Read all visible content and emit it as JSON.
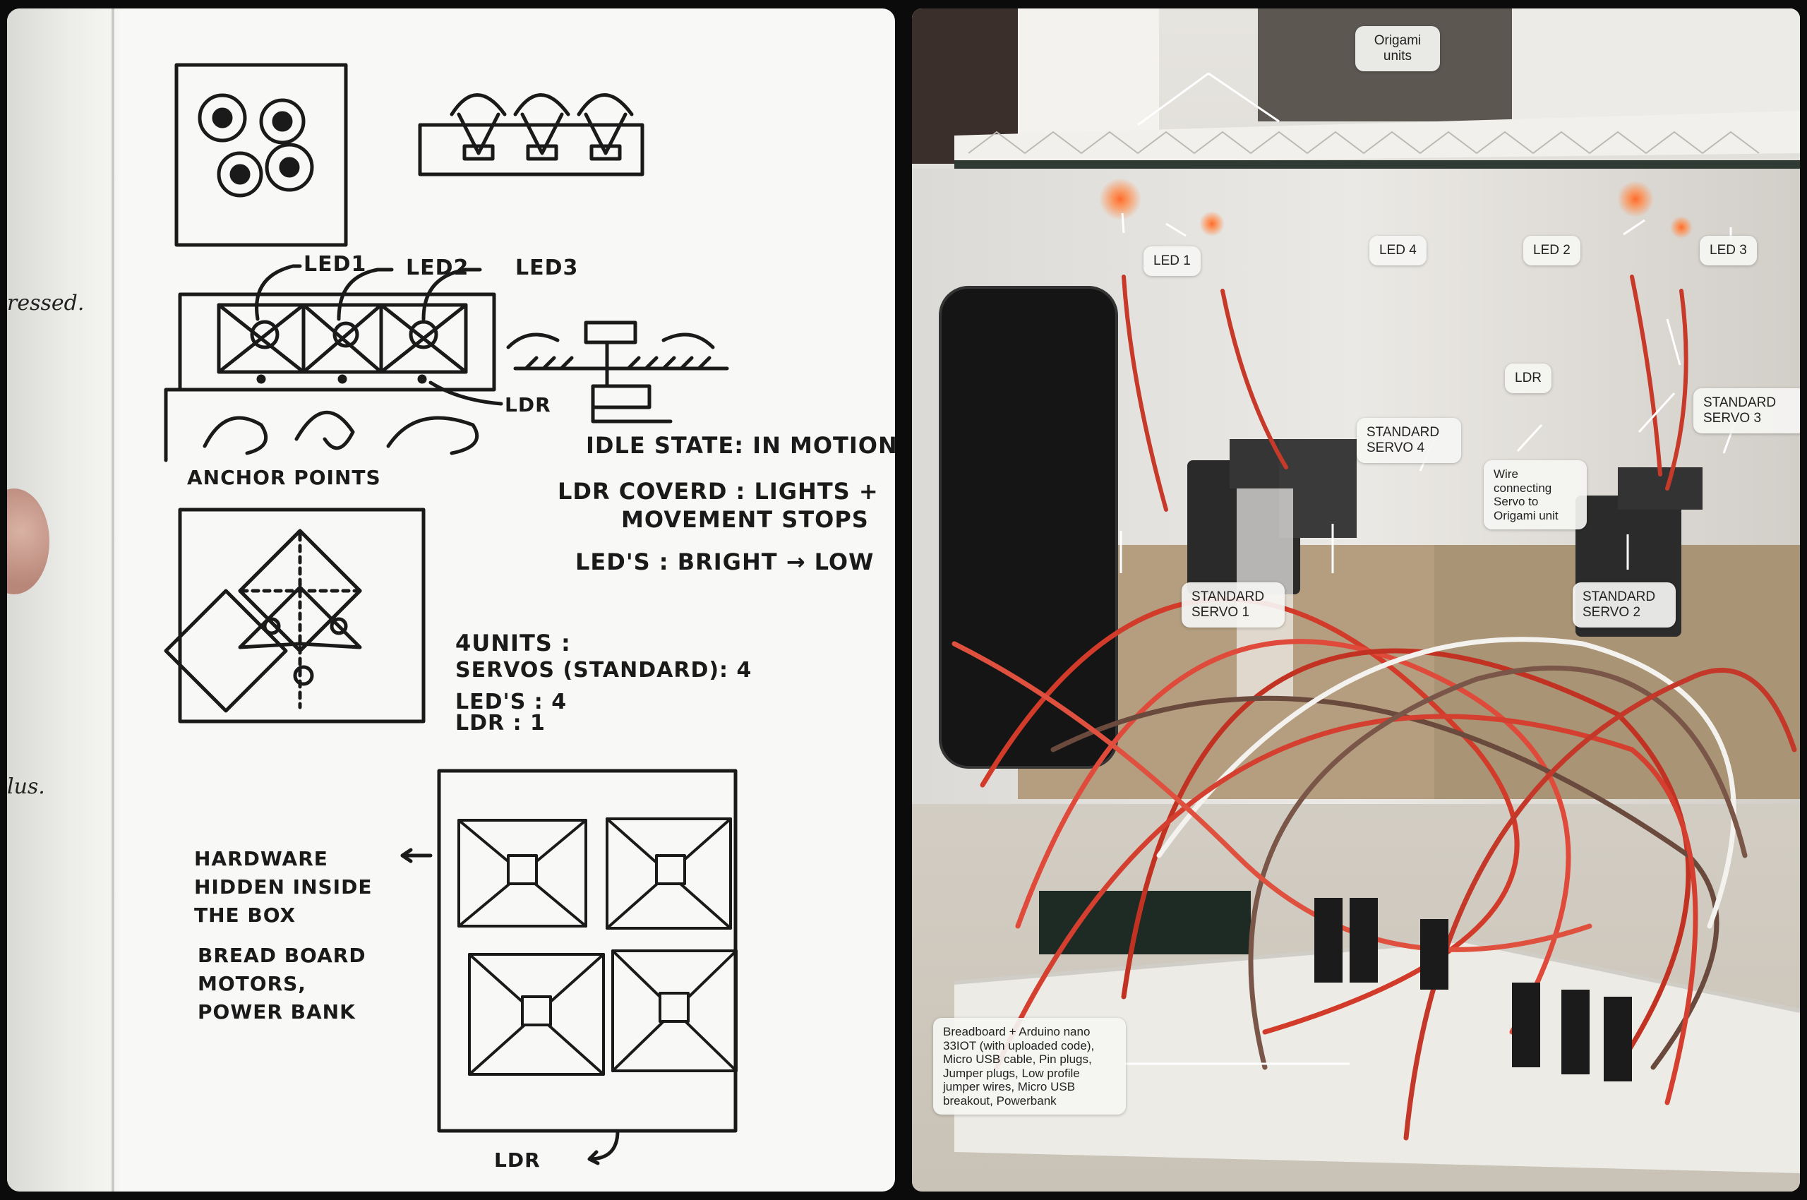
{
  "sketch": {
    "margin_notes": [
      "ressed.",
      "lus."
    ],
    "led_labels": [
      "LED1",
      "LED2",
      "LED3"
    ],
    "ldr_label": "LDR",
    "anchor_label": "ANCHOR POINTS",
    "notes": {
      "idle": "IDLE STATE: IN MOTION",
      "ldr_covered_1": "LDR COVERD : LIGHTS +",
      "ldr_covered_2": "MOVEMENT STOPS",
      "leds": "LED'S : BRIGHT → LOW"
    },
    "units": {
      "title": "4UNITS :",
      "servos": "SERVOS (STANDARD): 4",
      "leds": "LED'S : 4",
      "ldr": "LDR : 1"
    },
    "hardware_note": [
      "HARDWARE",
      "HIDDEN INSIDE",
      "THE BOX"
    ],
    "components_note": [
      "BREAD BOARD",
      "MOTORS,",
      "POWER BANK"
    ],
    "bottom_ldr": "LDR"
  },
  "photo": {
    "callouts": {
      "origami": "Origami units",
      "led1": "LED 1",
      "led4": "LED 4",
      "led2": "LED 2",
      "led3": "LED 3",
      "ldr": "LDR",
      "servo4": "STANDARD SERVO 4",
      "servo3": "STANDARD SERVO 3",
      "wire": "Wire connecting Servo to Origami unit",
      "servo1": "STANDARD SERVO 1",
      "servo2": "STANDARD SERVO 2",
      "breadboard": "Breadboard + Arduino nano 33IOT (with uploaded code), Micro USB cable, Pin plugs, Jumper plugs, Low profile jumper wires, Micro USB breakout, Powerbank"
    }
  }
}
